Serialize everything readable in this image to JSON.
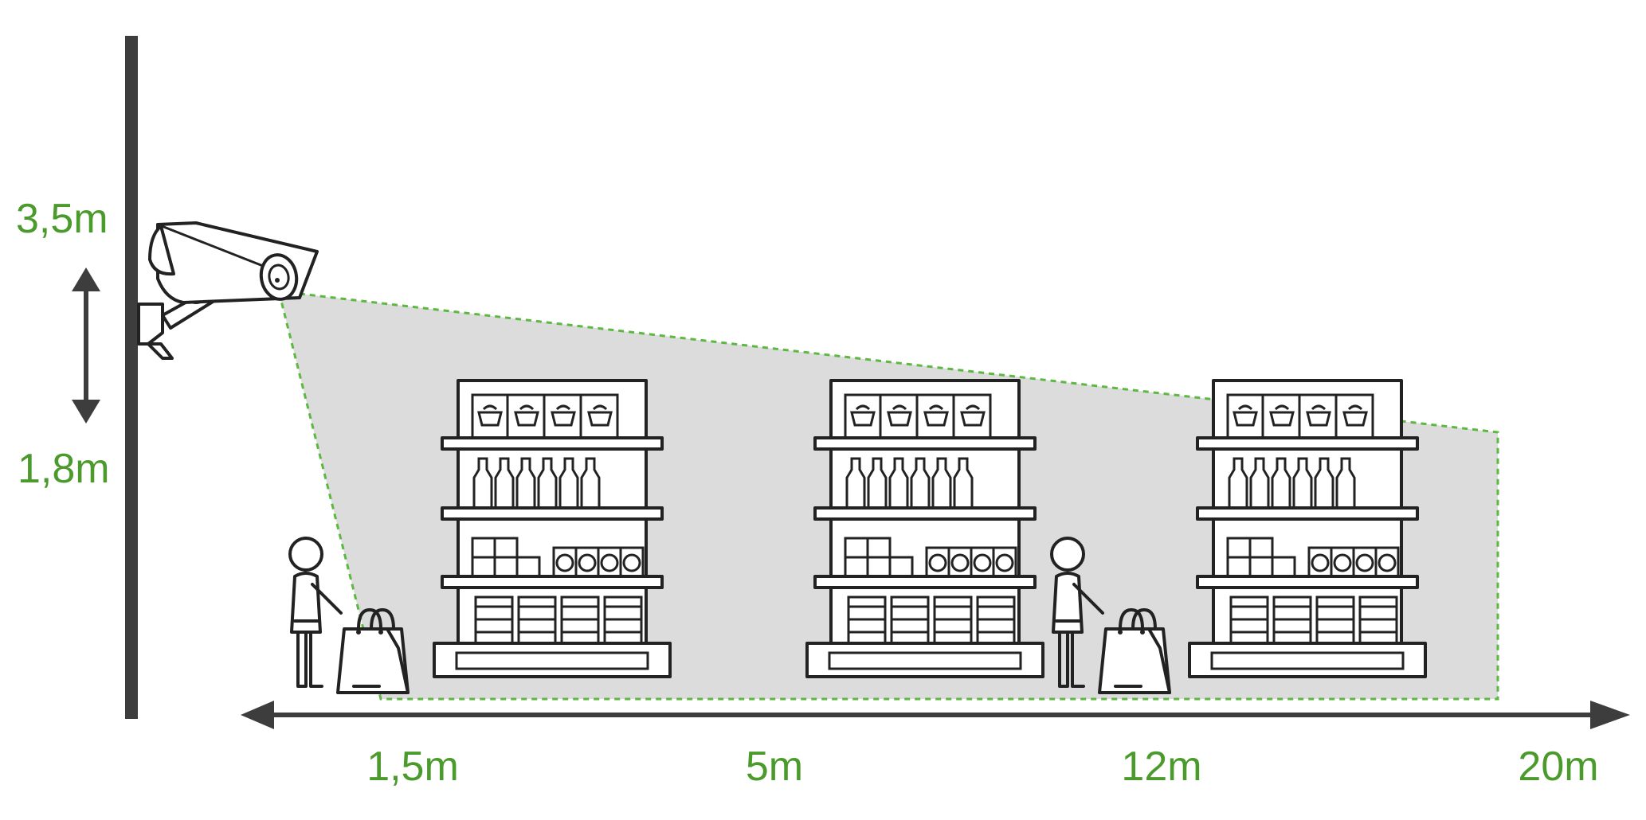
{
  "height_labels": {
    "top": "3,5m",
    "bottom": "1,8m"
  },
  "distance_labels": [
    "1,5m",
    "5m",
    "12m",
    "20m"
  ],
  "colors": {
    "label_green": "#4a9a2c",
    "coverage_fill": "#dcdcdc",
    "coverage_border": "#5cb840",
    "ink": "#222222",
    "wall": "#3d3d3d"
  },
  "icons": {
    "camera": "security-camera-icon",
    "shelf": "store-shelf-icon",
    "person": "shopper-icon",
    "bag": "shopping-bag-icon"
  }
}
